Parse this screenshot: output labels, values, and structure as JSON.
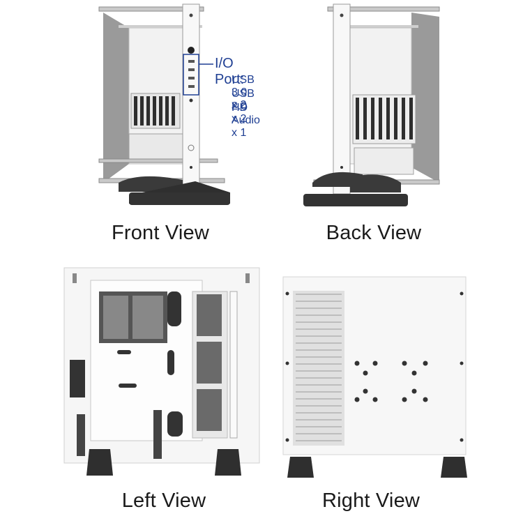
{
  "captions": {
    "front": "Front View",
    "back": "Back View",
    "left": "Left View",
    "right": "Right View"
  },
  "io": {
    "title": "I/O Port:",
    "lines": [
      "USB 3.0 x 2",
      "USB 2.0 x 2",
      "HD Audio x 1"
    ]
  },
  "colors": {
    "callout": "#1f3f93",
    "case_white": "#f4f4f4",
    "frame_gray": "#8c8c8c",
    "feet": "#3a3a3a"
  }
}
